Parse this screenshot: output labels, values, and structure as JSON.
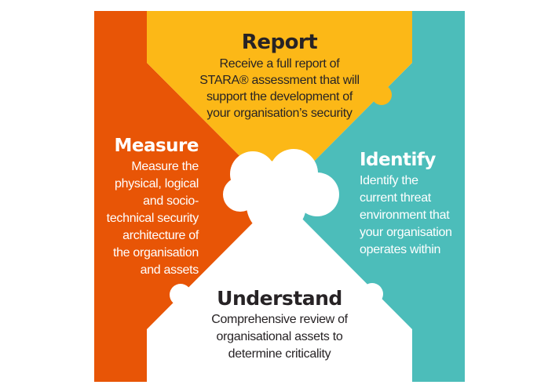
{
  "diagram_title": "STARA process pinwheel diagram",
  "colors": {
    "orange": "#E85506",
    "yellow": "#FCB817",
    "teal": "#4CBDBA",
    "heading_dark": "#272325",
    "text_light": "#FFFFFF",
    "background": "#FFFFFF"
  },
  "sections": {
    "report": {
      "title": "Report",
      "lines": [
        "Receive a full report of",
        "STARA® assessment that will",
        "support the development of",
        "your organisation’s security"
      ]
    },
    "measure": {
      "title": "Measure",
      "lines": [
        "Measure the",
        "physical, logical",
        "and socio-",
        "technical security",
        "architecture of",
        "the organisation",
        "and assets"
      ]
    },
    "identify": {
      "title": "Identify",
      "lines": [
        "Identify the",
        "current threat",
        "environment that",
        "your organisation",
        "operates within"
      ]
    },
    "understand": {
      "title": "Understand",
      "lines": [
        "Comprehensive review of",
        "organisational assets to",
        "determine criticality"
      ]
    }
  }
}
